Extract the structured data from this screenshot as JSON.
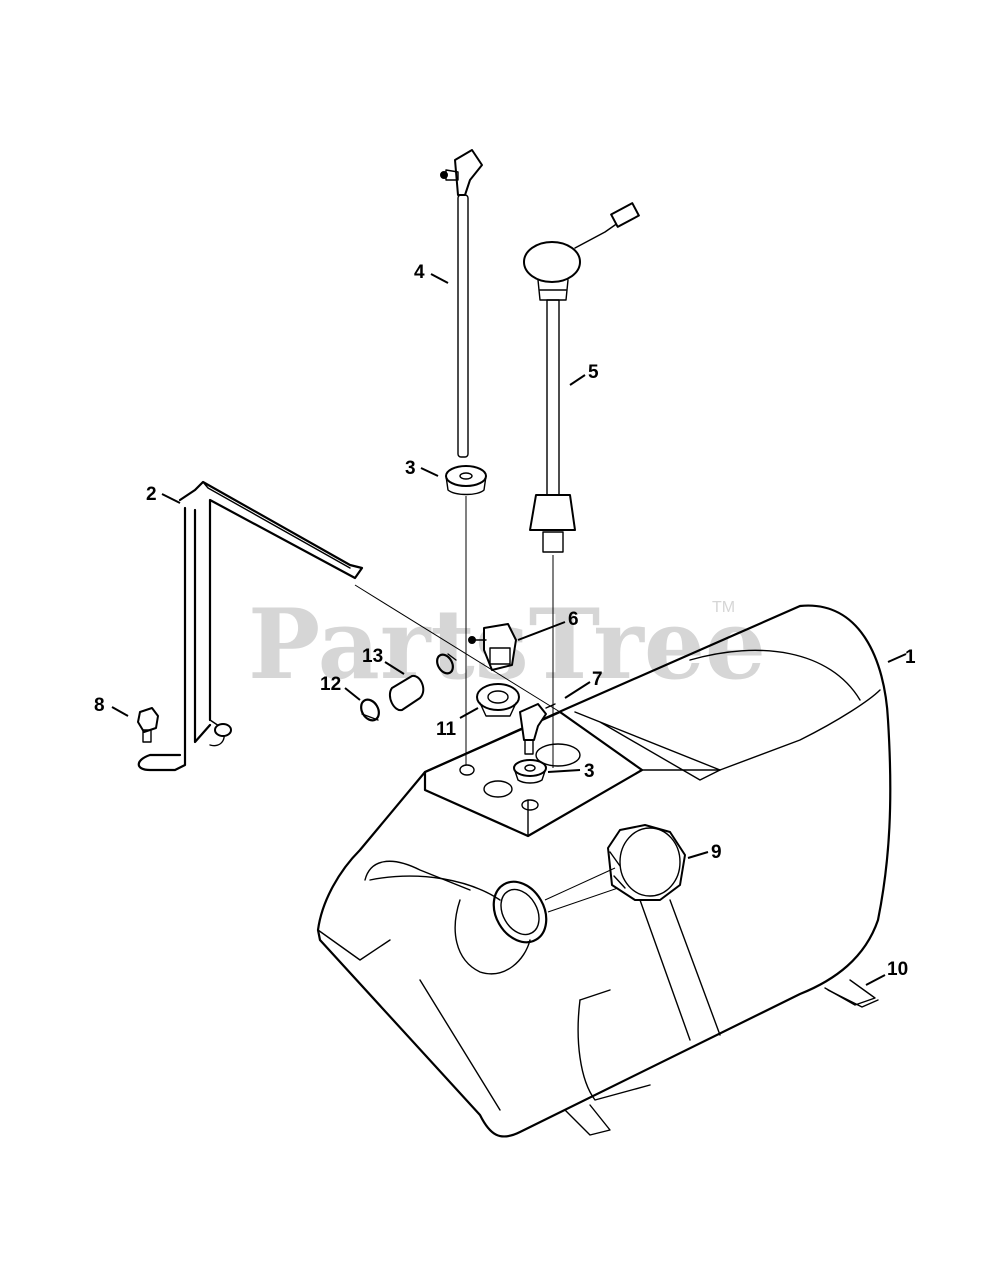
{
  "watermark": {
    "brand": "PartsTree",
    "mark": "TM"
  },
  "callouts": [
    {
      "id": "c1",
      "label": "1"
    },
    {
      "id": "c2",
      "label": "2"
    },
    {
      "id": "c3a",
      "label": "3"
    },
    {
      "id": "c3b",
      "label": "3"
    },
    {
      "id": "c4",
      "label": "4"
    },
    {
      "id": "c5",
      "label": "5"
    },
    {
      "id": "c6",
      "label": "6"
    },
    {
      "id": "c7",
      "label": "7"
    },
    {
      "id": "c8",
      "label": "8"
    },
    {
      "id": "c9",
      "label": "9"
    },
    {
      "id": "c10",
      "label": "10"
    },
    {
      "id": "c11",
      "label": "11"
    },
    {
      "id": "c12",
      "label": "12"
    },
    {
      "id": "c13",
      "label": "13"
    }
  ]
}
